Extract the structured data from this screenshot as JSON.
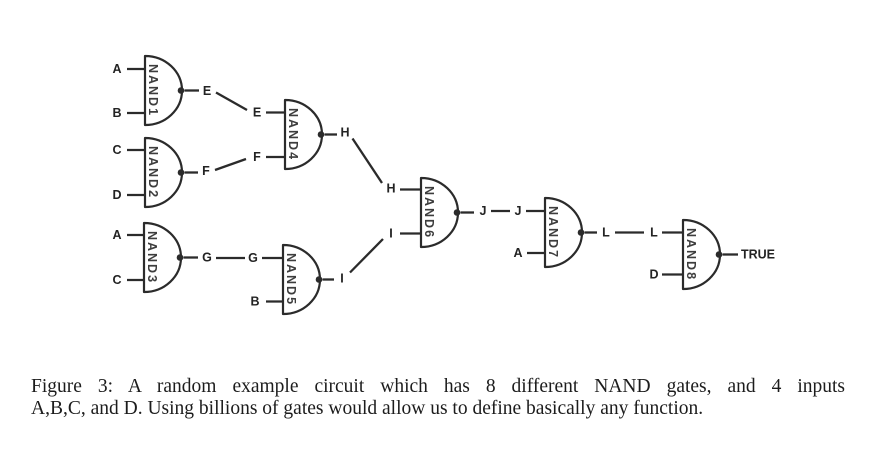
{
  "page": {
    "background": "#ffffff"
  },
  "caption": {
    "line1": "Figure 3:  A random example circuit which has 8 different NAND gates, and 4 inputs",
    "line2": "A,B,C, and D. Using billions of gates would allow us to define basically any function."
  },
  "colors": {
    "wire": "#2b2b2b",
    "gate_fill": "#ffffff",
    "signal_label": "#232323",
    "gate_name": "#3d3d3d",
    "caption_text": "#1c1c1c"
  },
  "circuit": {
    "gate_names": [
      "NAND1",
      "NAND2",
      "NAND3",
      "NAND4",
      "NAND5",
      "NAND6",
      "NAND7",
      "NAND8"
    ],
    "labels": {
      "in_a1": "A",
      "in_b1": "B",
      "in_c1": "C",
      "in_d1": "D",
      "in_a2": "A",
      "in_c2": "C",
      "e_src": "E",
      "e_dst": "E",
      "f_src": "F",
      "f_dst": "F",
      "g_src": "G",
      "g_dst": "G",
      "in_b2": "B",
      "h_src": "H",
      "h_dst": "H",
      "i_src": "I",
      "i_dst": "I",
      "j_src": "J",
      "j_dst": "J",
      "in_a3": "A",
      "l_src": "L",
      "l_dst": "L",
      "in_d2": "D",
      "out_true": "TRUE"
    },
    "connections": [
      {
        "gate": "NAND1",
        "inputs": [
          "A",
          "B"
        ],
        "output": "E"
      },
      {
        "gate": "NAND2",
        "inputs": [
          "C",
          "D"
        ],
        "output": "F"
      },
      {
        "gate": "NAND3",
        "inputs": [
          "A",
          "C"
        ],
        "output": "G"
      },
      {
        "gate": "NAND4",
        "inputs": [
          "E",
          "F"
        ],
        "output": "H"
      },
      {
        "gate": "NAND5",
        "inputs": [
          "G",
          "B"
        ],
        "output": "I"
      },
      {
        "gate": "NAND6",
        "inputs": [
          "H",
          "I"
        ],
        "output": "J"
      },
      {
        "gate": "NAND7",
        "inputs": [
          "J",
          "A"
        ],
        "output": "L"
      },
      {
        "gate": "NAND8",
        "inputs": [
          "L",
          "D"
        ],
        "output": "TRUE"
      }
    ]
  }
}
